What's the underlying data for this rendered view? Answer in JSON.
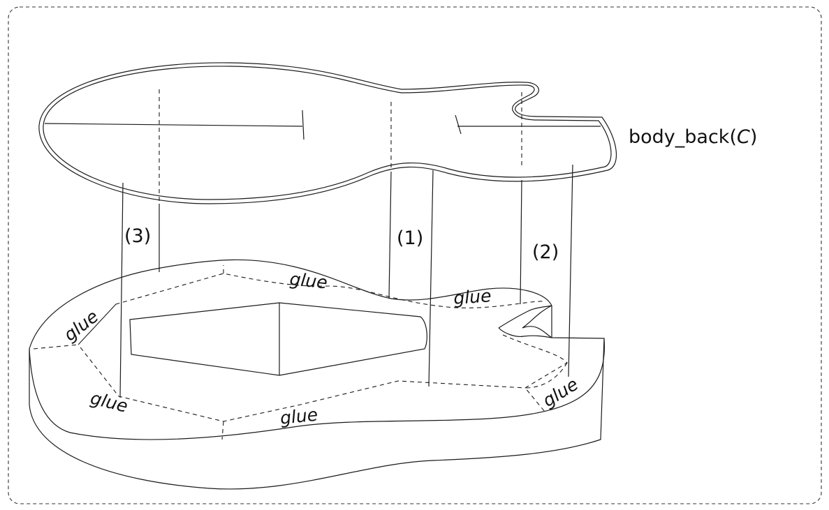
{
  "part_label": {
    "name": "body_back",
    "open": "(",
    "letter": "C",
    "close": ")"
  },
  "step_labels": [
    "(1)",
    "(2)",
    "(3)"
  ],
  "glue_label": "glue"
}
